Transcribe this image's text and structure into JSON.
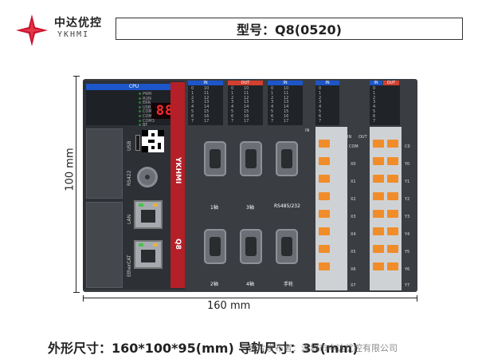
{
  "header": {
    "logo_cn": "中达优控",
    "logo_en": "YKHMI",
    "model": "型号：Q8(0520)"
  },
  "dimensions": {
    "height_label": "100 mm",
    "width_label": "160 mm"
  },
  "footer": {
    "text": "外形尺寸：160*100*95(mm)   导轨尺寸：35(mm)",
    "watermark": "图片发布者：深圳市中达优控有限公司"
  },
  "cpu": {
    "header": "CPU",
    "leds": [
      "PWR",
      "RUN",
      "ERR",
      "USB",
      "COM1",
      "COM2",
      "COM3",
      "BF"
    ],
    "display": "88",
    "ports": {
      "usb": "USB",
      "rs422": "RS422",
      "lan": "LAN",
      "ethercat": "EtherCAT"
    },
    "brand": "YKHMI",
    "model_short": "Q8"
  },
  "io": {
    "tags": [
      "IN",
      "OUT",
      "IN",
      "IN",
      "IN",
      "OUT"
    ],
    "digits_left": [
      "0",
      "1",
      "2",
      "3",
      "4",
      "5",
      "6",
      "7"
    ],
    "digits_right": [
      "10",
      "11",
      "12",
      "13",
      "14",
      "15",
      "16",
      "17"
    ]
  },
  "connectors": {
    "axis1": "1轴",
    "axis3": "3轴",
    "rs485": "RS485/232",
    "axis2": "2轴",
    "axis4": "4轴",
    "handwheel": "手轮"
  },
  "terminal": {
    "in_label": "IN",
    "out_label": "OUT",
    "left_labels": [
      "COM",
      "X0",
      "X1",
      "X2",
      "X3",
      "X4",
      "X5",
      "X6",
      "X7"
    ],
    "right_labels": [
      "C0",
      "Y0",
      "Y1",
      "Y2",
      "Y3",
      "Y4",
      "Y5",
      "Y6",
      "Y7"
    ]
  },
  "colors": {
    "accent_red": "#c8102e",
    "io_blue": "#1c56c9",
    "io_red": "#d2402f",
    "terminal_orange": "#f08d2a"
  }
}
